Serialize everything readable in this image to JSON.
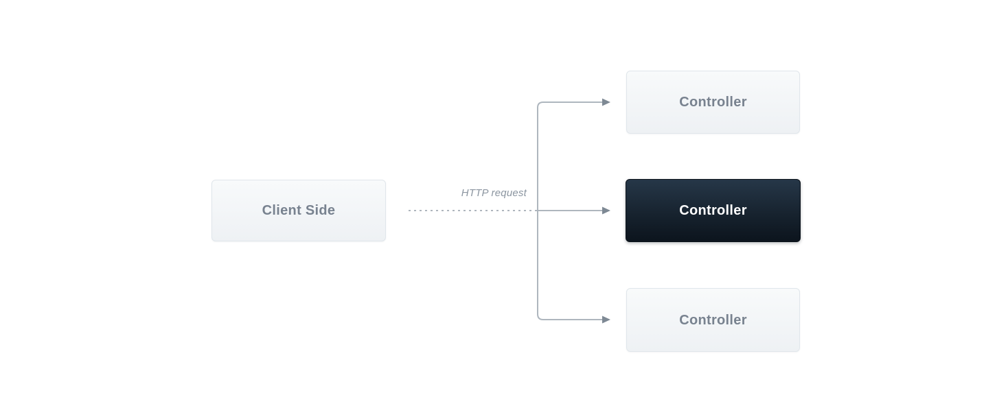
{
  "diagram": {
    "client": {
      "label": "Client Side"
    },
    "edge_label": "HTTP request",
    "controllers": [
      {
        "label": "Controller",
        "variant": "light"
      },
      {
        "label": "Controller",
        "variant": "dark"
      },
      {
        "label": "Controller",
        "variant": "light"
      }
    ],
    "colors": {
      "background": "#ffffff",
      "line": "#aeb6be",
      "arrowhead": "#7e8994",
      "light_box_border": "#e0e6eb",
      "light_box_bg_top": "#f8fafb",
      "light_box_bg_bottom": "#eef1f4",
      "light_box_text": "#78828f",
      "dark_box_bg_top": "#263748",
      "dark_box_bg_bottom": "#0c141d",
      "dark_box_text": "#ffffff",
      "edge_label_text": "#8b95a0"
    }
  }
}
